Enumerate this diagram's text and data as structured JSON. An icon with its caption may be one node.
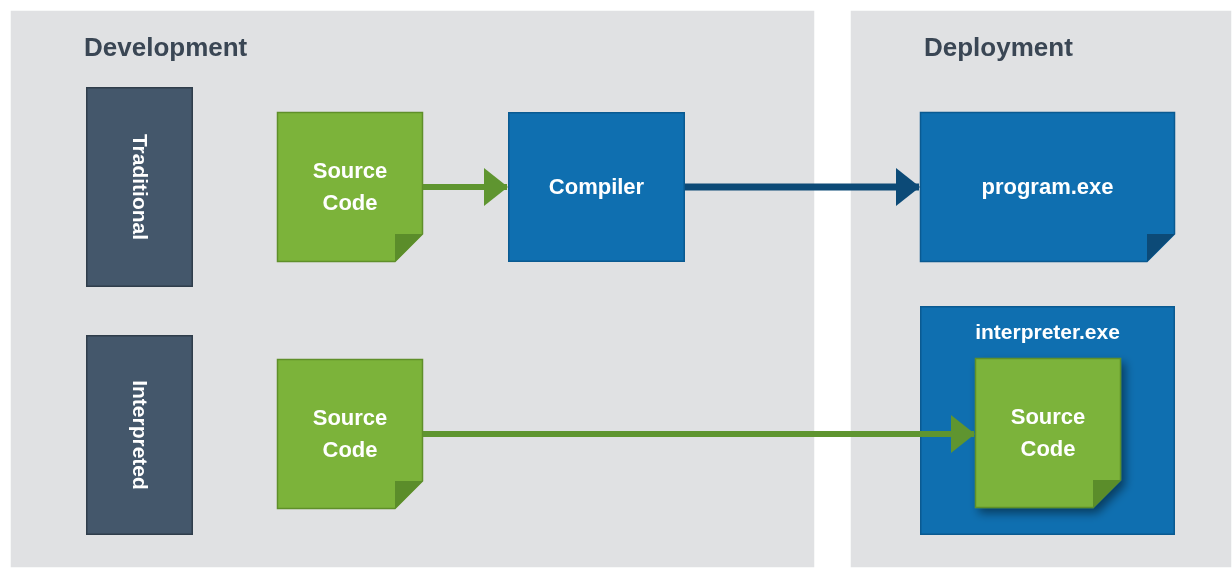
{
  "diagram": {
    "nodes": [
      {
        "text": [
          "Development"
        ]
      },
      {
        "text": [
          "Traditional"
        ],
        "in": 0
      },
      {
        "text": [
          "Source Code"
        ],
        "in": 0
      },
      {
        "text": [
          "Compiler"
        ],
        "in": 0
      },
      {
        "text": [
          "Interpreted"
        ],
        "in": 0
      },
      {
        "text": [
          "Source Code"
        ],
        "in": 0
      },
      {
        "text": [
          "Deployment"
        ]
      },
      {
        "text": [
          "program.exe"
        ],
        "in": 6
      },
      {
        "text": [
          "interpreter.exe"
        ],
        "in": 6
      },
      {
        "text": [
          "Source Code"
        ],
        "in": 8
      }
    ],
    "edges": [
      {
        "from": 2,
        "to": 3,
        "arrow": "to"
      },
      {
        "from": 3,
        "to": 7,
        "arrow": "to",
        "color": "#0c4a77"
      },
      {
        "from": 5,
        "to": 9,
        "arrow": "to"
      }
    ]
  }
}
